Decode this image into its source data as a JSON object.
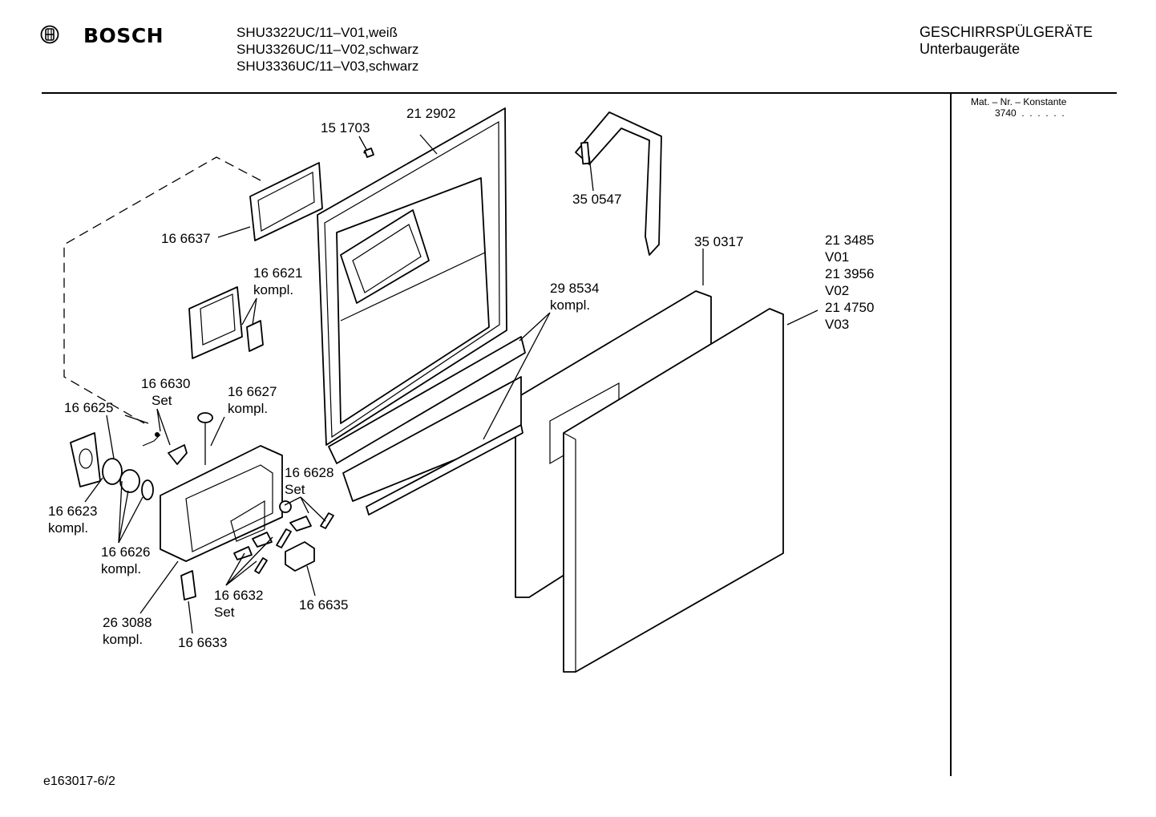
{
  "header": {
    "brand": "BOSCH",
    "models": [
      "SHU3322UC/11–V01,weiß",
      "SHU3326UC/11–V02,schwarz",
      "SHU3336UC/11–V03,schwarz"
    ],
    "category_line1": "GESCHIRRSPÜLGERÄTE",
    "category_line2": "Unterbaugeräte"
  },
  "sidebar": {
    "heading": "Mat. – Nr. – Konstante",
    "value": "3740  .  .  .  .  .  ."
  },
  "footer": {
    "drawing_id": "e163017-6/2"
  },
  "parts": [
    {
      "number": "21 2902"
    },
    {
      "number": "15 1703"
    },
    {
      "number": "35 0547"
    },
    {
      "number": "16 6637"
    },
    {
      "number": "35 0317"
    },
    {
      "number": "21 3485",
      "note": "V01"
    },
    {
      "number": "21 3956",
      "note": "V02"
    },
    {
      "number": "21 4750",
      "note": "V03"
    },
    {
      "number": "16 6621",
      "note": "kompl."
    },
    {
      "number": "29 8534",
      "note": "kompl."
    },
    {
      "number": "16 6630",
      "note": "Set"
    },
    {
      "number": "16 6627",
      "note": "kompl."
    },
    {
      "number": "16 6625"
    },
    {
      "number": "16 6628",
      "note": "Set"
    },
    {
      "number": "16 6623",
      "note": "kompl."
    },
    {
      "number": "16 6626",
      "note": "kompl."
    },
    {
      "number": "16 6632",
      "note": "Set"
    },
    {
      "number": "16 6635"
    },
    {
      "number": "26 3088",
      "note": "kompl."
    },
    {
      "number": "16 6633"
    }
  ]
}
